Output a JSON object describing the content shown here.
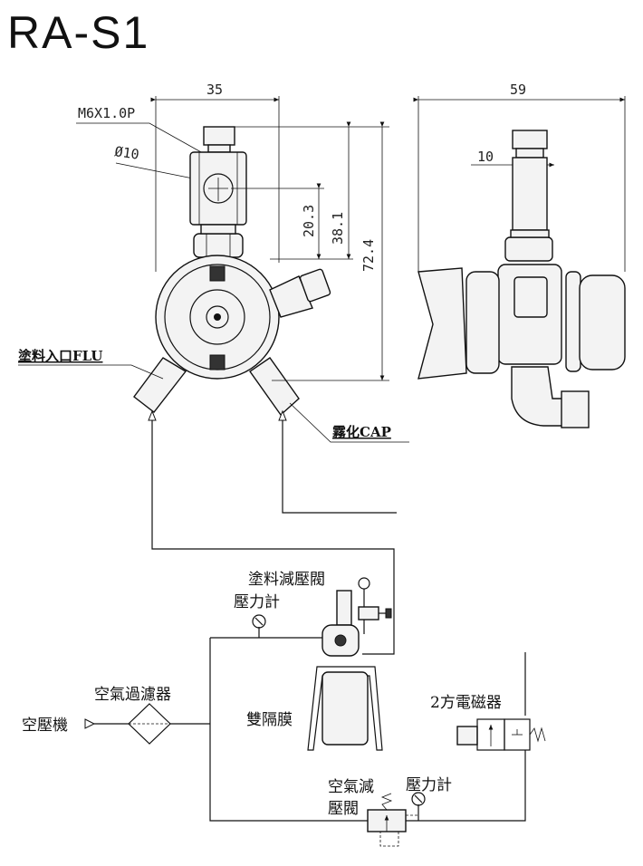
{
  "title": "RA-S1",
  "dimensions": {
    "width_front": "35",
    "width_side": "59",
    "thread": "M6X1.0P",
    "diameter": "Ø10",
    "side_offset": "10",
    "height_1": "20.3",
    "height_2": "38.1",
    "height_total": "72.4"
  },
  "labels": {
    "paint_inlet": "塗料入口FLU",
    "atomize_cap": "霧化CAP",
    "paint_regulator": "塗料減壓閥",
    "pressure_gauge_top": "壓力計",
    "air_filter": "空氣過濾器",
    "compressor": "空壓機",
    "diaphragm": "雙隔膜",
    "solenoid": "2方電磁器",
    "air_regulator_line1": "空氣減",
    "air_regulator_line2": "壓閥",
    "pressure_gauge_bottom": "壓力計"
  }
}
